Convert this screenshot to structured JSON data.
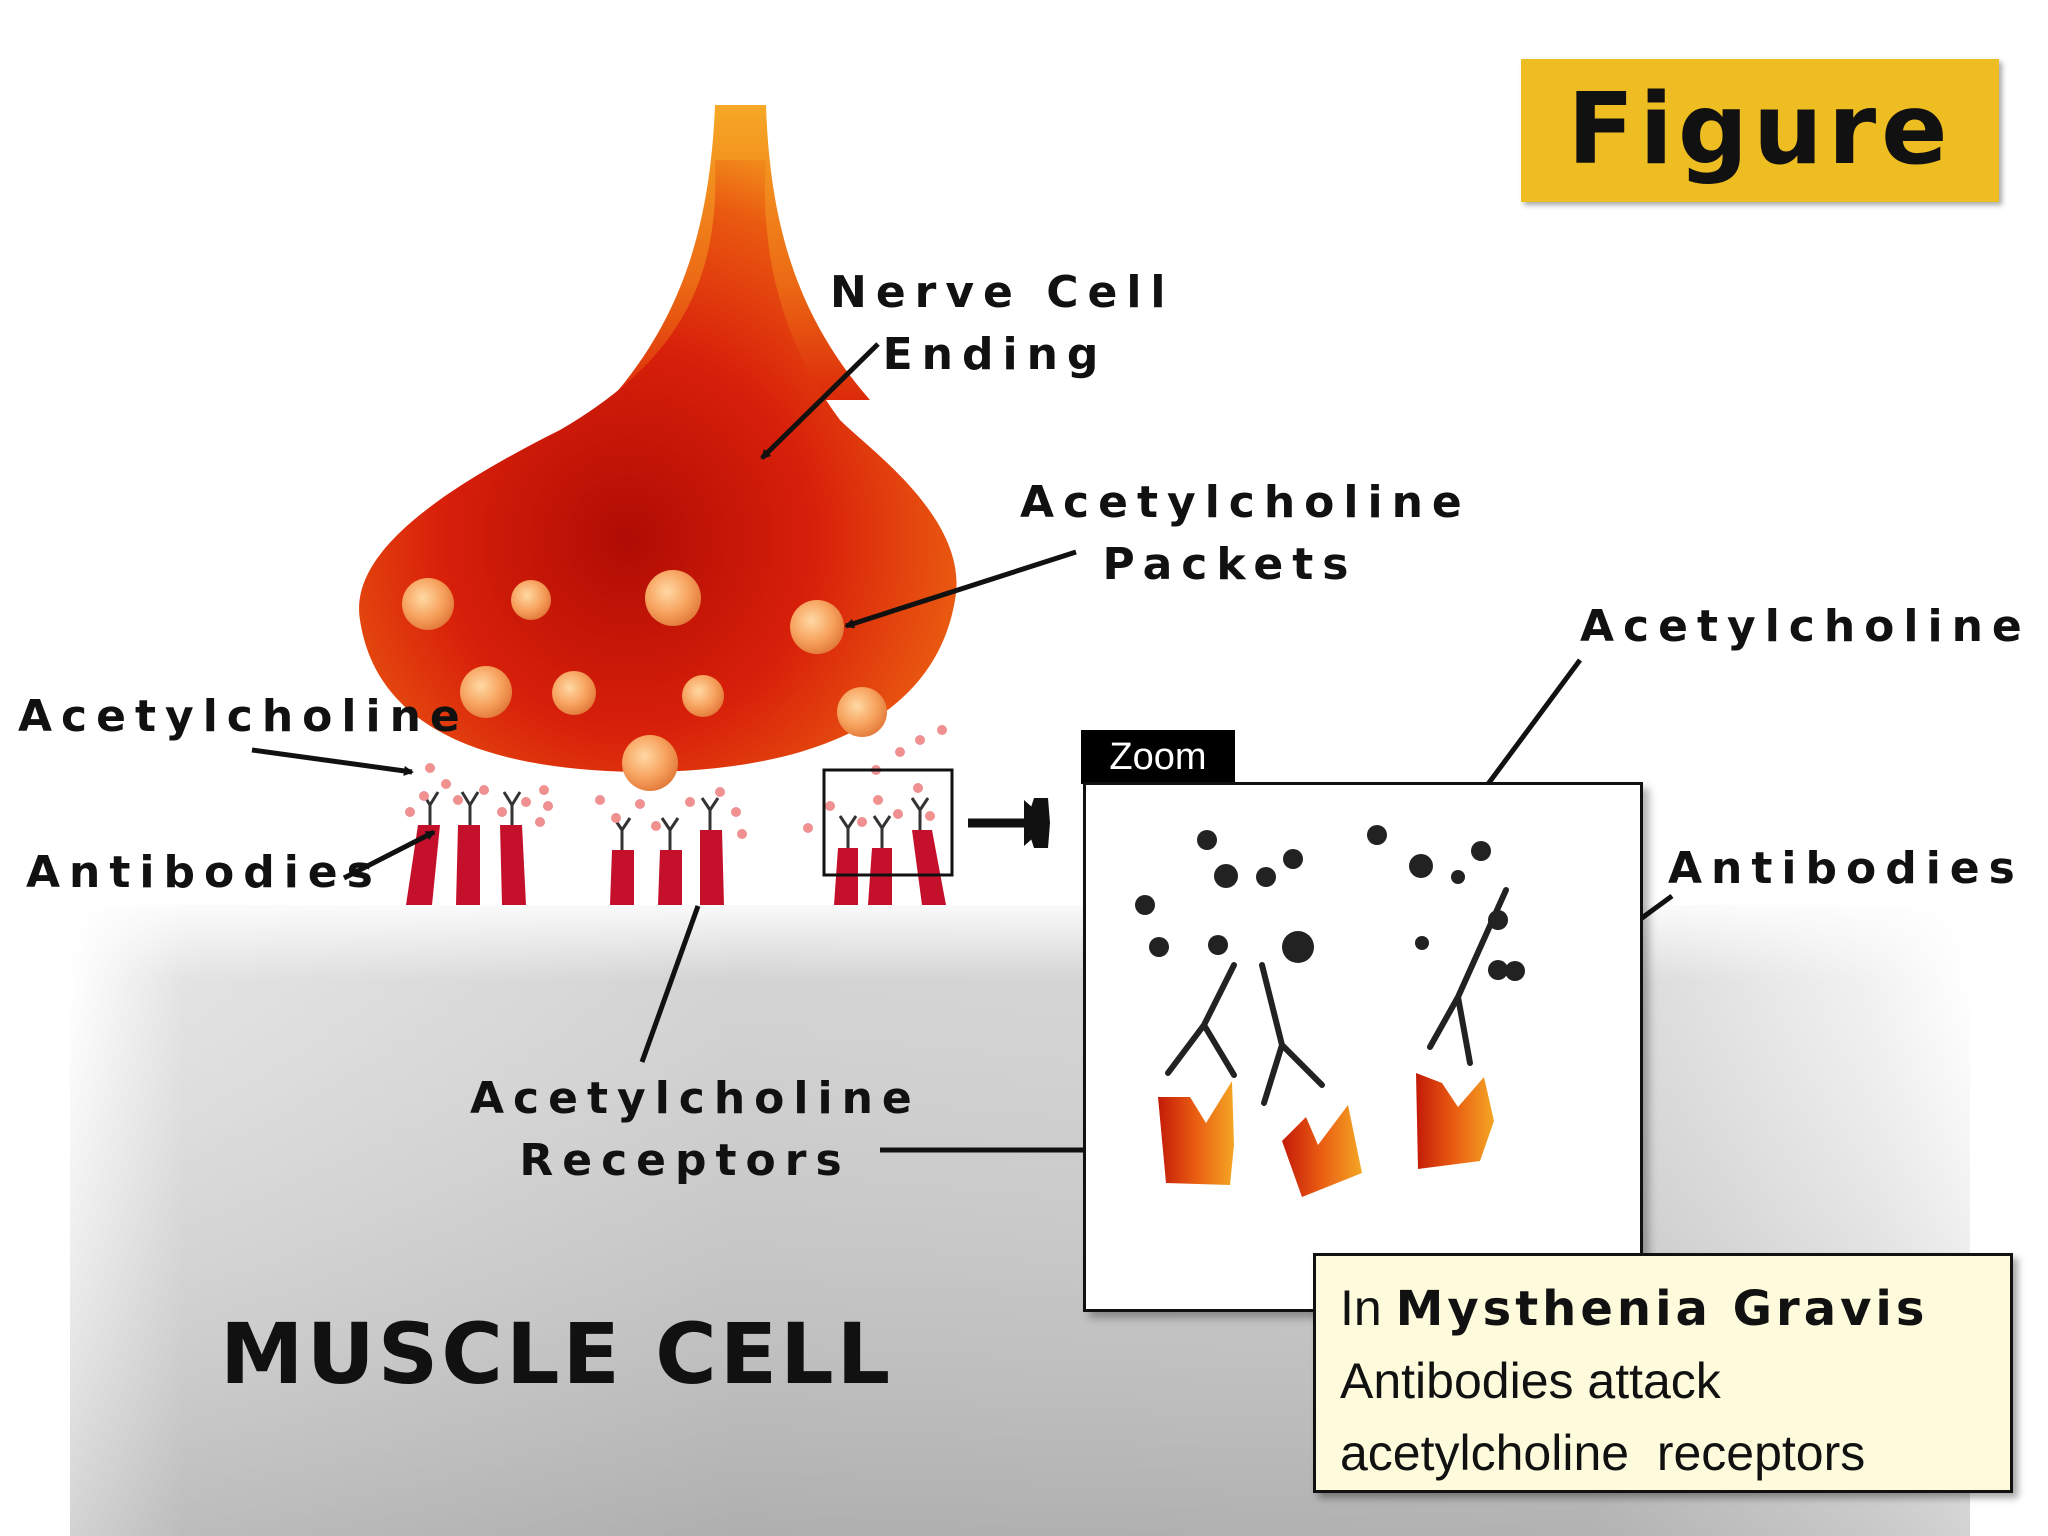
{
  "badge": {
    "text": "Figure"
  },
  "labels": {
    "nerve_cell_ending_1": "Nerve Cell",
    "nerve_cell_ending_2": "Ending",
    "ach_packets_1": "Acetylcholine",
    "ach_packets_2": "Packets",
    "acetylcholine_left": "Acetylcholine",
    "antibodies_left": "Antibodies",
    "ach_receptors_1": "Acetylcholine",
    "ach_receptors_2": "Receptors",
    "acetylcholine_right": "Acetylcholine",
    "antibodies_right": "Antibodies",
    "muscle_cell": "MUSCLE CELL"
  },
  "zoom": {
    "tab": "Zoom"
  },
  "callout": {
    "prefix": "In",
    "emphasis": "Mysthenia Gravis",
    "line2": "Antibodies attack",
    "line3": "acetylcholine  receptors"
  },
  "colors": {
    "badge": "#eebd22",
    "nerve_light": "#f29a1c",
    "nerve_dark": "#c41306",
    "receptor_red": "#c4102a",
    "muscle_gray": "#b8b8b8",
    "callout_bg": "#fdfbdc"
  }
}
